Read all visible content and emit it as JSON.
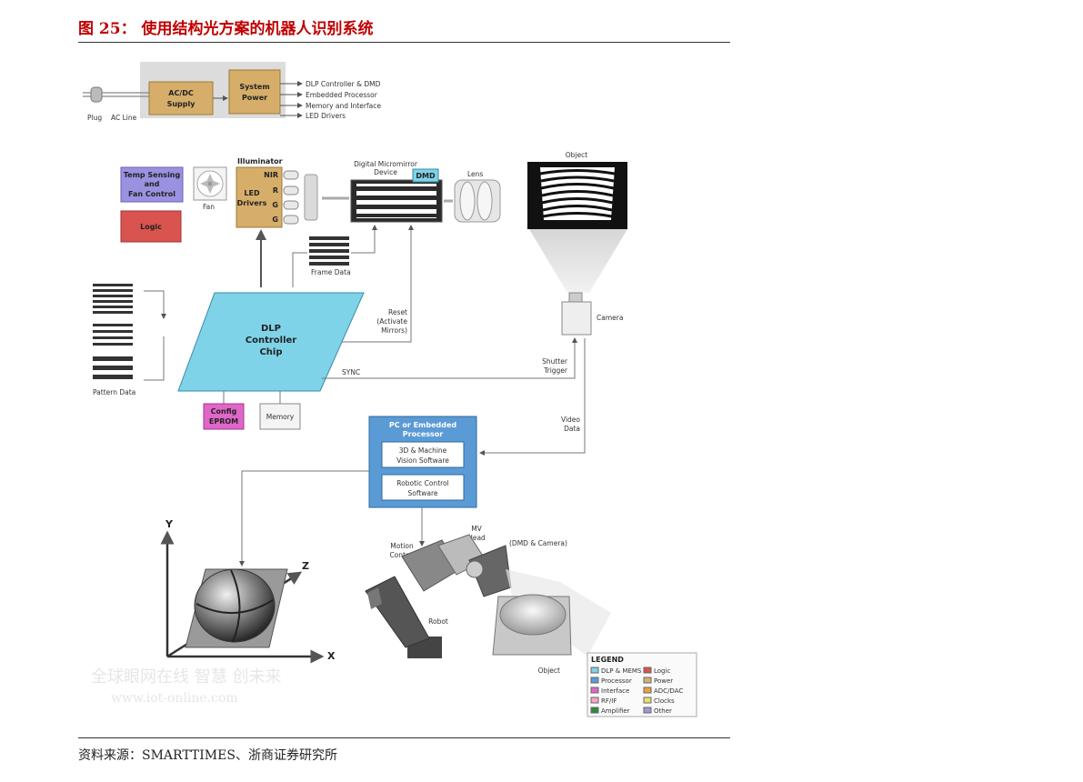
{
  "figure": {
    "title": "图 25：  使用结构光方案的机器人识别系统",
    "source": "资料来源：SMARTTIMES、浙商证券研究所"
  },
  "diagram": {
    "power": {
      "plug": "Plug",
      "ac_line": "AC Line",
      "acdc_1": "AC/DC",
      "acdc_2": "Supply",
      "sys_1": "System",
      "sys_2": "Power",
      "outputs": [
        "DLP Controller & DMD",
        "Embedded Processor",
        "Memory and Interface",
        "LED Drivers"
      ]
    },
    "temp_1": "Temp Sensing",
    "temp_2": "and",
    "temp_3": "Fan Control",
    "logic": "Logic",
    "fan": "Fan",
    "illuminator": "Illuminator",
    "led_1": "LED",
    "led_2": "Drivers",
    "channels": [
      "NIR",
      "R",
      "G",
      "G"
    ],
    "dmd_title_1": "Digital Micromirror",
    "dmd_title_2": "Device",
    "dmd_badge": "DMD",
    "lens": "Lens",
    "object_top": "Object",
    "frame_data": "Frame Data",
    "dlp_1": "DLP",
    "dlp_2": "Controller",
    "dlp_3": "Chip",
    "reset_1": "Reset",
    "reset_2": "(Activate",
    "reset_3": "Mirrors)",
    "camera": "Camera",
    "sync": "SYNC",
    "shutter_1": "Shutter",
    "shutter_2": "Trigger",
    "pattern_data": "Pattern Data",
    "config_1": "Config",
    "config_2": "EPROM",
    "memory": "Memory",
    "pc_1": "PC or Embedded",
    "pc_2": "Processor",
    "sw1_1": "3D & Machine",
    "sw1_2": "Vision Software",
    "sw2_1": "Robotic Control",
    "sw2_2": "Software",
    "video_1": "Video",
    "video_2": "Data",
    "axis_y": "Y",
    "axis_z": "Z",
    "axis_x": "X",
    "motion_1": "Motion",
    "motion_2": "Control",
    "mv_1": "MV",
    "mv_2": "Head",
    "dmd_camera": "(DMD & Camera)",
    "robot": "Robot",
    "object_bottom": "Object",
    "legend": {
      "title": "LEGEND",
      "items": [
        {
          "label": "DLP & MEMS",
          "color": "#7fd3e8"
        },
        {
          "label": "Logic",
          "color": "#d9534f"
        },
        {
          "label": "Processor",
          "color": "#5b9bd5"
        },
        {
          "label": "Power",
          "color": "#d8b070"
        },
        {
          "label": "Interface",
          "color": "#e066c8"
        },
        {
          "label": "ADC/DAC",
          "color": "#f0a040"
        },
        {
          "label": "RF/IF",
          "color": "#f4a6c8"
        },
        {
          "label": "Clocks",
          "color": "#e8e070"
        },
        {
          "label": "Amplifier",
          "color": "#2a8a3a"
        },
        {
          "label": "Other",
          "color": "#9a9ad8"
        }
      ]
    },
    "watermark_1": "全球眼网在线 智慧 创未来",
    "watermark_2": "www.iot-online.com"
  }
}
